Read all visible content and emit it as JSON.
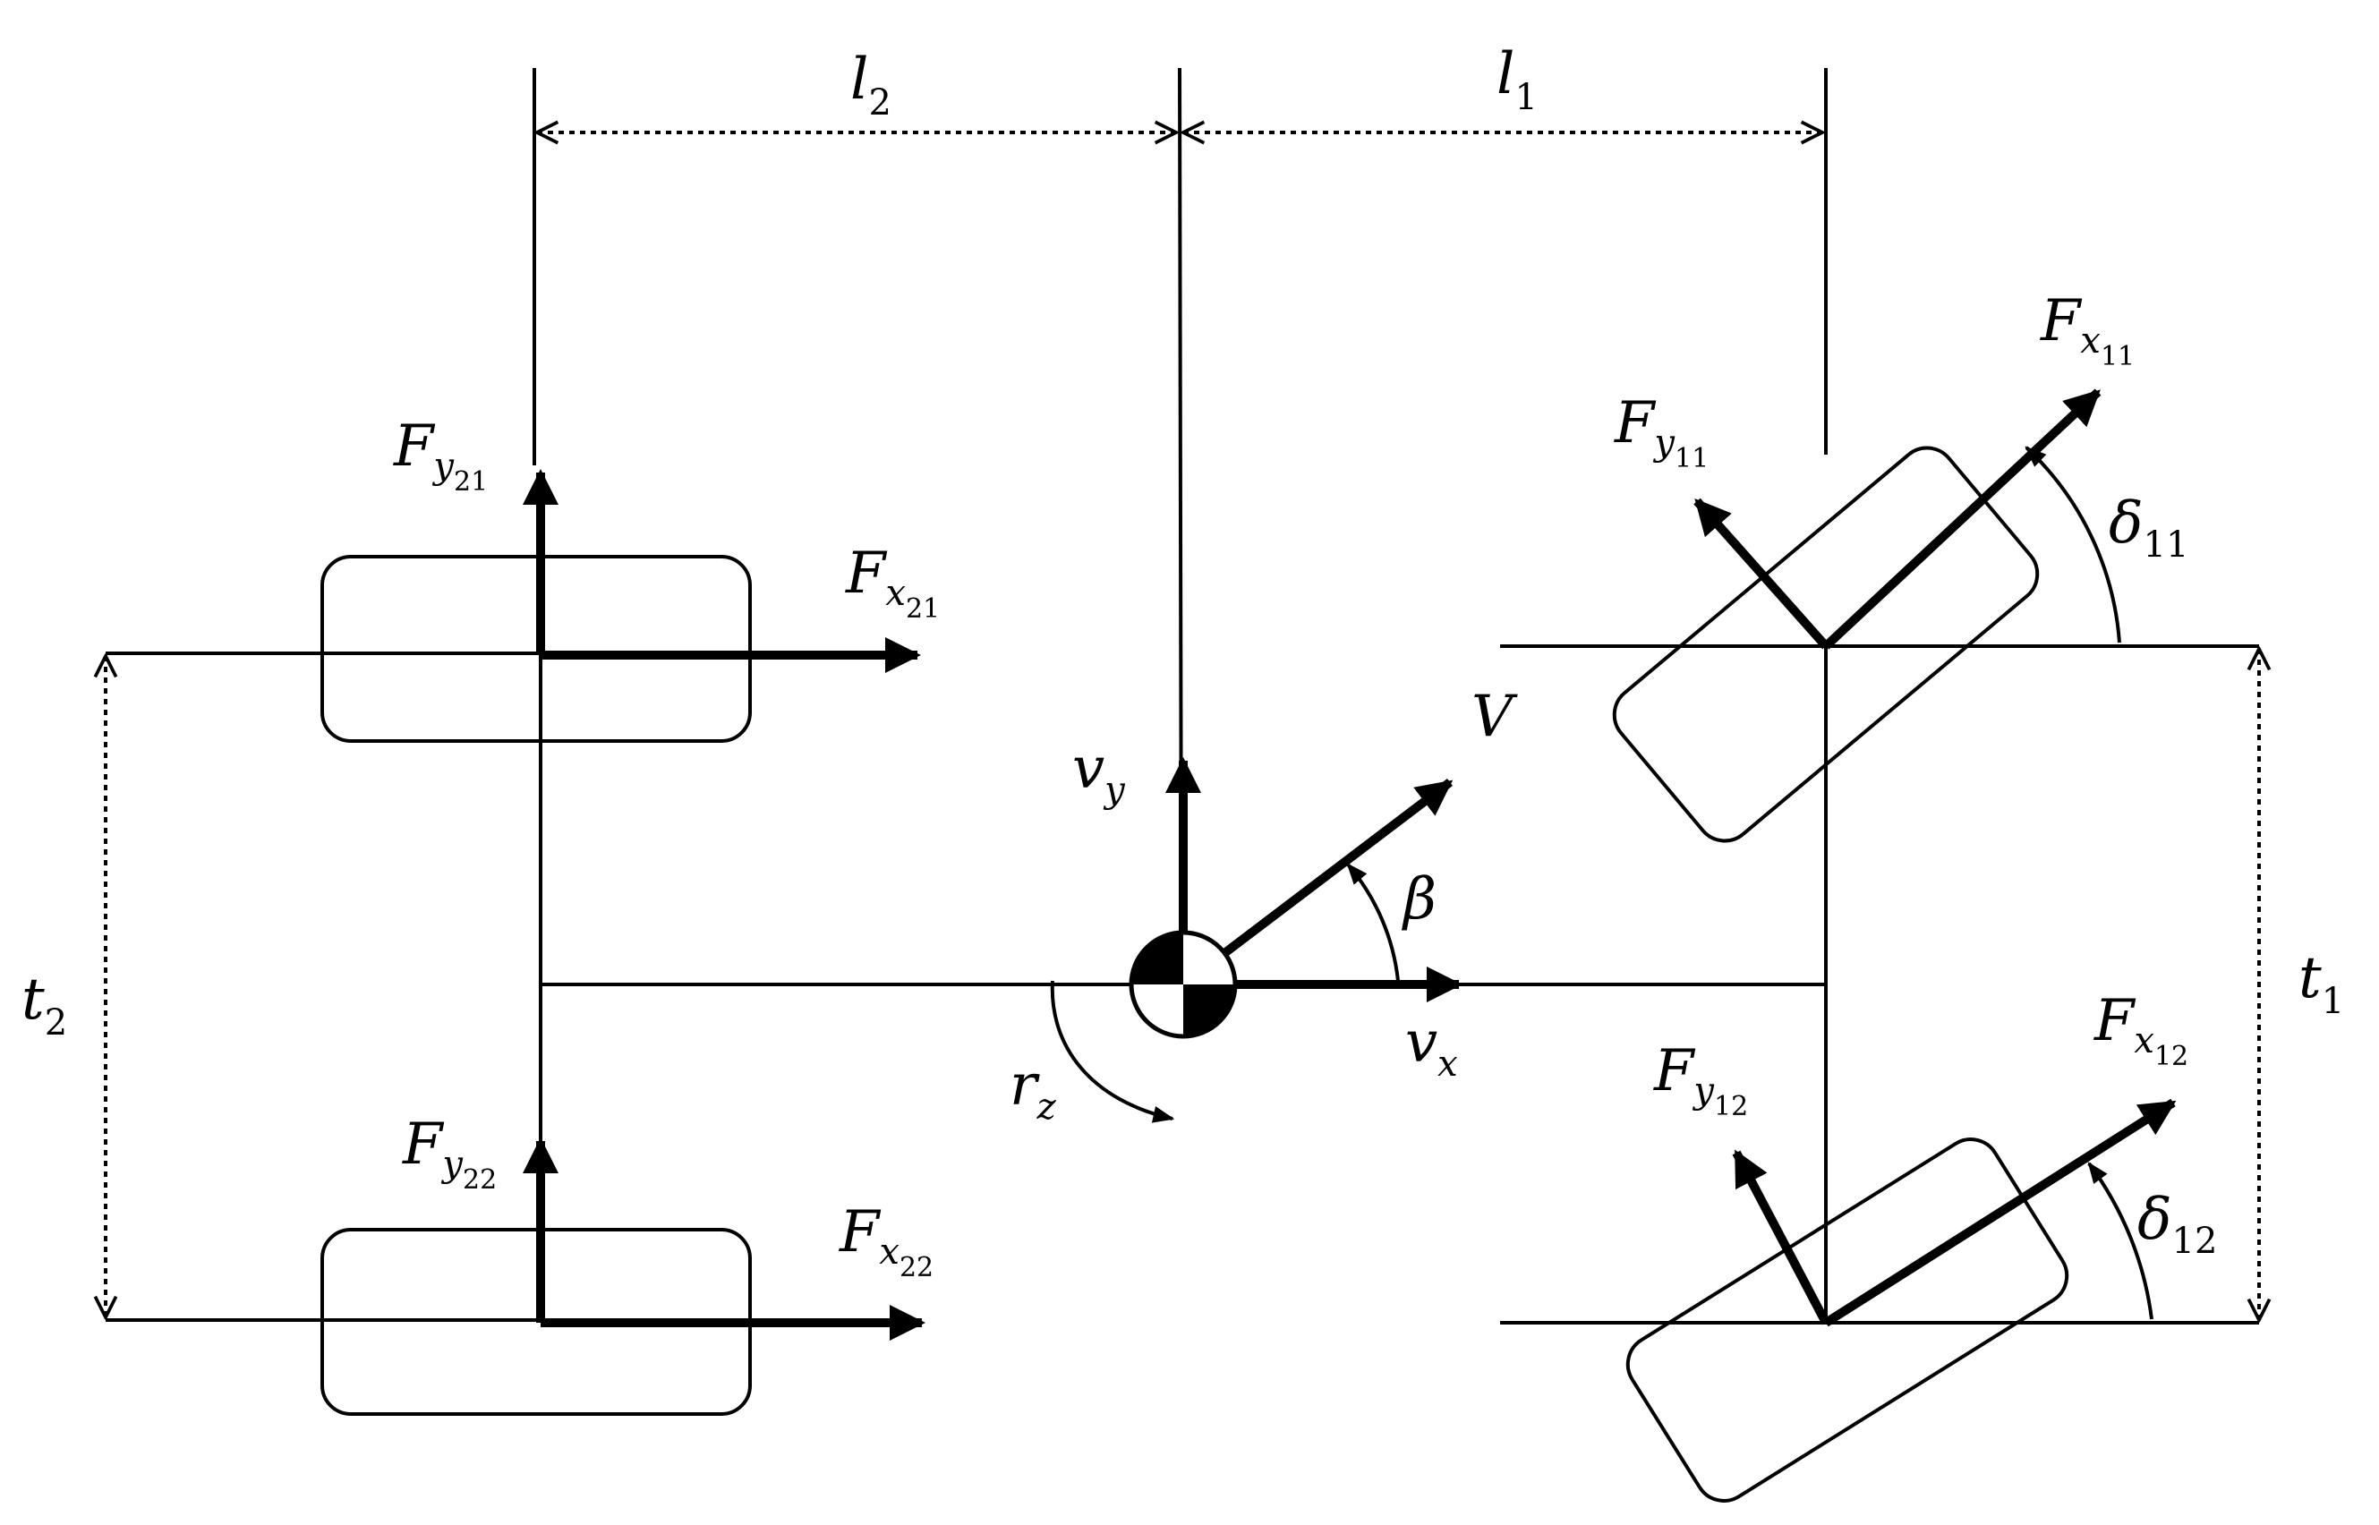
{
  "labels": {
    "l2": {
      "main": "l",
      "sub": "2"
    },
    "l1": {
      "main": "l",
      "sub": "1"
    },
    "t2": {
      "main": "t",
      "sub": "2"
    },
    "t1": {
      "main": "t",
      "sub": "1"
    },
    "Fy21": {
      "main": "F",
      "sub": "y",
      "subsub": "21"
    },
    "Fx21": {
      "main": "F",
      "sub": "x",
      "subsub": "21"
    },
    "Fy22": {
      "main": "F",
      "sub": "y",
      "subsub": "22"
    },
    "Fx22": {
      "main": "F",
      "sub": "x",
      "subsub": "22"
    },
    "Fx11": {
      "main": "F",
      "sub": "x",
      "subsub": "11"
    },
    "Fy11": {
      "main": "F",
      "sub": "y",
      "subsub": "11"
    },
    "Fx12": {
      "main": "F",
      "sub": "x",
      "subsub": "12"
    },
    "Fy12": {
      "main": "F",
      "sub": "y",
      "subsub": "12"
    },
    "d11": {
      "main": "δ",
      "sub": "11"
    },
    "d12": {
      "main": "δ",
      "sub": "12"
    },
    "vy": {
      "main": "v",
      "sub": "y"
    },
    "vx": {
      "main": "v",
      "sub": "x"
    },
    "V": {
      "main": "V"
    },
    "beta": {
      "main": "β"
    },
    "rz": {
      "main": "r",
      "sub": "z"
    }
  }
}
